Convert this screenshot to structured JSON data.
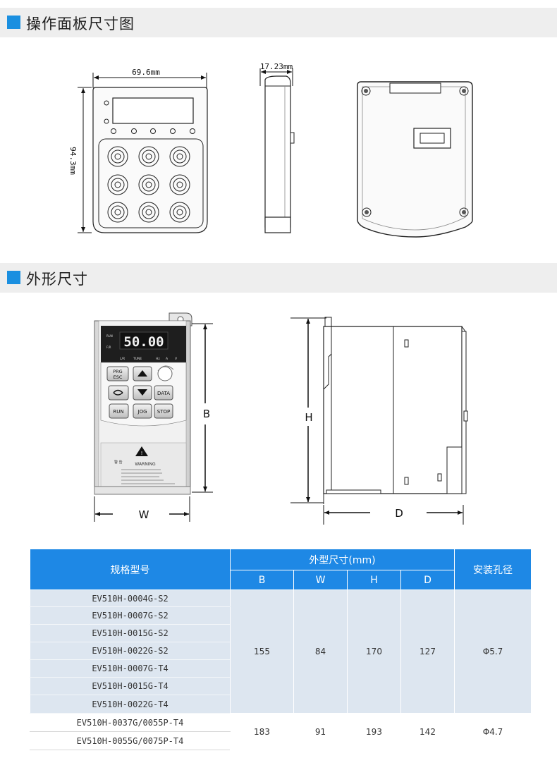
{
  "sections": [
    {
      "title": "操作面板尺寸图"
    },
    {
      "title": "外形尺寸"
    }
  ],
  "panel_dims": {
    "width": "69.6mm",
    "height": "94.3mm",
    "depth": "17.23mm"
  },
  "drive_display": {
    "digits": "50.00",
    "led_labels": [
      "RUN",
      "F/R"
    ],
    "indicator_labels": [
      "L/R",
      "TUNE",
      "Hz",
      "A",
      "V"
    ],
    "keys": [
      {
        "label": "PRG\nESC"
      },
      {
        "label": "DATA"
      },
      {
        "label": "RUN"
      },
      {
        "label": "JOG"
      },
      {
        "label": "STOP"
      }
    ],
    "warning_title": "警 告",
    "warning_brand": "WARNING"
  },
  "outline_dims": {
    "B": "B",
    "W": "W",
    "H": "H",
    "D": "D"
  },
  "table": {
    "header_model": "规格型号",
    "header_dims": "外型尺寸(mm)",
    "header_hole": "安装孔径",
    "sub_headers": [
      "B",
      "W",
      "H",
      "D"
    ],
    "groups": [
      {
        "models": [
          "EV510H-0004G-S2",
          "EV510H-0007G-S2",
          "EV510H-0015G-S2",
          "EV510H-0022G-S2",
          "EV510H-0007G-T4",
          "EV510H-0015G-T4",
          "EV510H-0022G-T4"
        ],
        "B": "155",
        "W": "84",
        "H": "170",
        "D": "127",
        "hole": "Φ5.7"
      },
      {
        "models": [
          "EV510H-0037G/0055P-T4",
          "EV510H-0055G/0075P-T4"
        ],
        "B": "183",
        "W": "91",
        "H": "193",
        "D": "142",
        "hole": "Φ4.7"
      }
    ]
  },
  "colors": {
    "accent": "#1a8fe0",
    "header_bg": "#1e88e5",
    "row_bg": "#dde6f0",
    "section_bg": "#eeeeee"
  }
}
